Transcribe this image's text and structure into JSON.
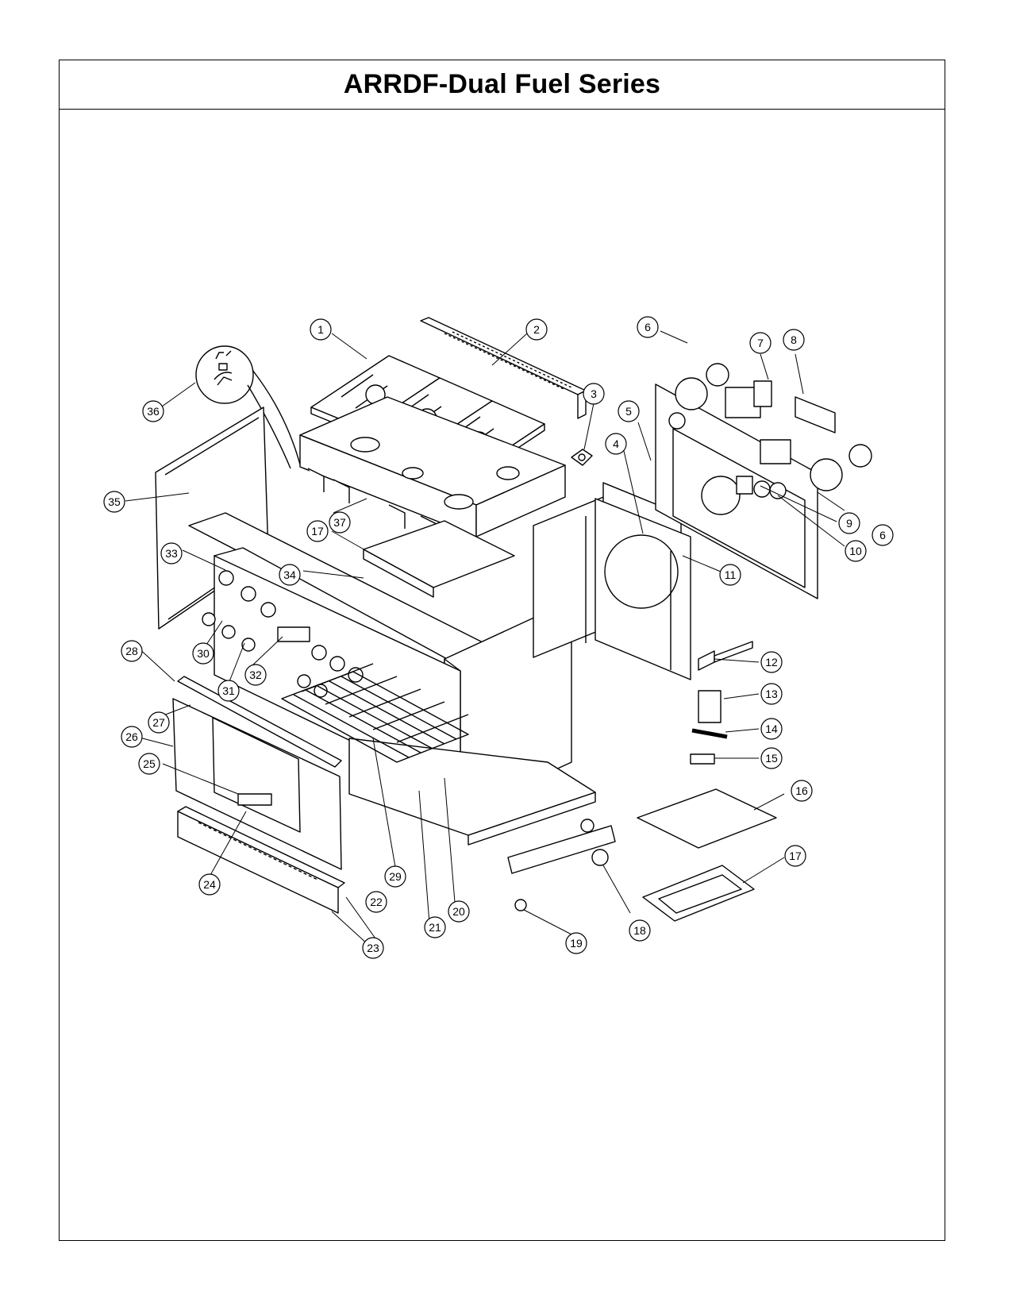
{
  "title": "ARRDF-Dual Fuel Series",
  "colors": {
    "line": "#000000",
    "background": "#ffffff",
    "fill_light": "#f4f4f4"
  },
  "callouts": [
    "1",
    "2",
    "3",
    "4",
    "5",
    "6",
    "6",
    "7",
    "8",
    "9",
    "10",
    "11",
    "12",
    "13",
    "14",
    "15",
    "16",
    "17",
    "17",
    "18",
    "19",
    "20",
    "21",
    "22",
    "23",
    "24",
    "25",
    "26",
    "27",
    "28",
    "29",
    "30",
    "31",
    "32",
    "33",
    "34",
    "35",
    "36",
    "37"
  ]
}
